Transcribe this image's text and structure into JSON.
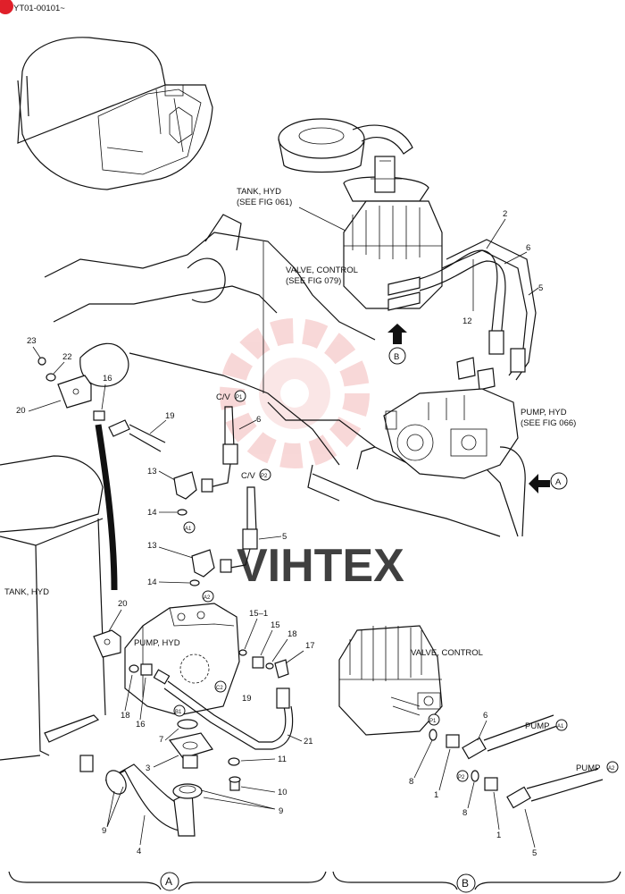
{
  "header": {
    "ref_code": "YT01-00101~",
    "badge_color": "#e0202a"
  },
  "watermark": {
    "text": "VIHTEX",
    "color": "#f2b8b8"
  },
  "labels": {
    "tank_hyd_upper": "TANK, HYD",
    "tank_hyd_upper_ref": "(SEE FIG 061)",
    "valve_control_upper": "VALVE, CONTROL",
    "valve_control_upper_ref": "(SEE FIG 079)",
    "pump_hyd_upper": "PUMP, HYD",
    "pump_hyd_upper_ref": "(SEE FIG 066)",
    "tank_hyd_lower": "TANK, HYD",
    "pump_hyd_lower": "PUMP, HYD",
    "valve_control_lower": "VALVE, CONTROL",
    "cv_p1": "C/V",
    "cv_p2": "C/V",
    "pump_a1": "PUMP",
    "pump_a2": "PUMP"
  },
  "ports": {
    "p1": "P1",
    "p2": "P2",
    "a1": "A1",
    "a2": "A2",
    "b1": "B1",
    "c2": "C2"
  },
  "views": {
    "a": "A",
    "b": "B"
  },
  "part_numbers": {
    "n1a": "1",
    "n1b": "1",
    "n2": "2",
    "n3": "3",
    "n4": "4",
    "n5a": "5",
    "n5b": "5",
    "n5c": "5",
    "n6a": "6",
    "n6b": "6",
    "n6c": "6",
    "n7": "7",
    "n8a": "8",
    "n8b": "8",
    "n9a": "9",
    "n9b": "9",
    "n10": "10",
    "n11": "11",
    "n12": "12",
    "n13a": "13",
    "n13b": "13",
    "n14a": "14",
    "n14b": "14",
    "n15": "15",
    "n15_1": "15–1",
    "n16a": "16",
    "n16b": "16",
    "n17": "17",
    "n18a": "18",
    "n18b": "18",
    "n19a": "19",
    "n19b": "19",
    "n20a": "20",
    "n20b": "20",
    "n21": "21",
    "n22": "22",
    "n23": "23"
  }
}
